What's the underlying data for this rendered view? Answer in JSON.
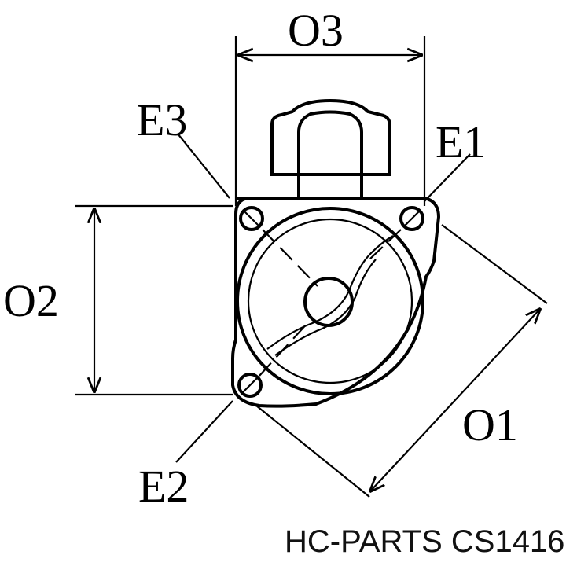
{
  "labels": {
    "o3": "O3",
    "o2": "O2",
    "o1": "O1",
    "e1": "E1",
    "e2": "E2",
    "e3": "E3"
  },
  "caption": "HC-PARTS CS1416"
}
